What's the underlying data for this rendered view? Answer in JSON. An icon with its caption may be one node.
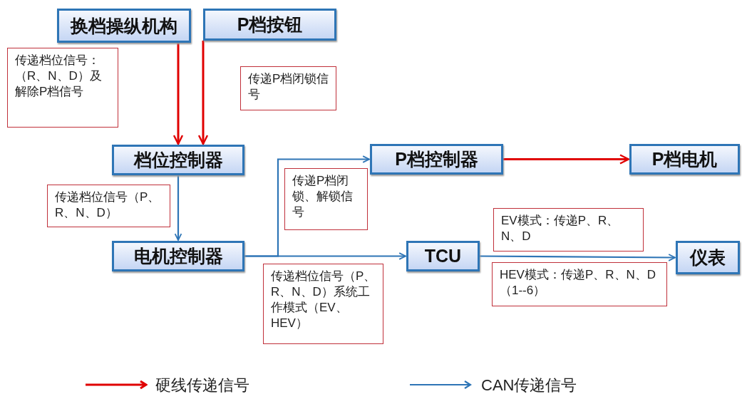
{
  "diagram": {
    "nodes": [
      {
        "text": [
          "换档操纵机构"
        ]
      },
      {
        "text": [
          "P档按钮"
        ]
      },
      {
        "text": [
          "传递档位信号：（R、N、D）及解除P档信号"
        ]
      },
      {
        "text": [
          "传递P档闭锁信号"
        ]
      },
      {
        "text": [
          "档位控制器"
        ]
      },
      {
        "text": [
          "P档控制器"
        ]
      },
      {
        "text": [
          "P档电机"
        ]
      },
      {
        "text": [
          "传递P档闭锁、解锁信号"
        ]
      },
      {
        "text": [
          "传递档位信号（P、R、N、D）"
        ]
      },
      {
        "text": [
          "EV模式：传递P、R、N、D"
        ]
      },
      {
        "text": [
          "电机控制器"
        ]
      },
      {
        "text": [
          "TCU"
        ]
      },
      {
        "text": [
          "仪表"
        ]
      },
      {
        "text": [
          "传递档位信号（P、R、N、D）系统工作模式（EV、HEV）"
        ]
      },
      {
        "text": [
          "HEV模式：传递P、R、N、D（1--6）"
        ]
      }
    ],
    "edges": [
      {
        "from": 0,
        "to": 4,
        "arrow": "to",
        "color": "#e00000"
      },
      {
        "from": 1,
        "to": 4,
        "arrow": "to",
        "color": "#e00000"
      },
      {
        "from": 4,
        "to": 10,
        "arrow": "to"
      },
      {
        "from": 10,
        "to": 11,
        "arrow": "to"
      },
      {
        "from": 10,
        "to": 5,
        "arrow": "to"
      },
      {
        "from": 5,
        "to": 6,
        "arrow": "to",
        "color": "#e00000"
      },
      {
        "from": 11,
        "to": 12,
        "arrow": "to"
      }
    ],
    "legend": [
      {
        "text": "硬线传递信号"
      },
      {
        "text": "CAN传递信号"
      }
    ]
  }
}
